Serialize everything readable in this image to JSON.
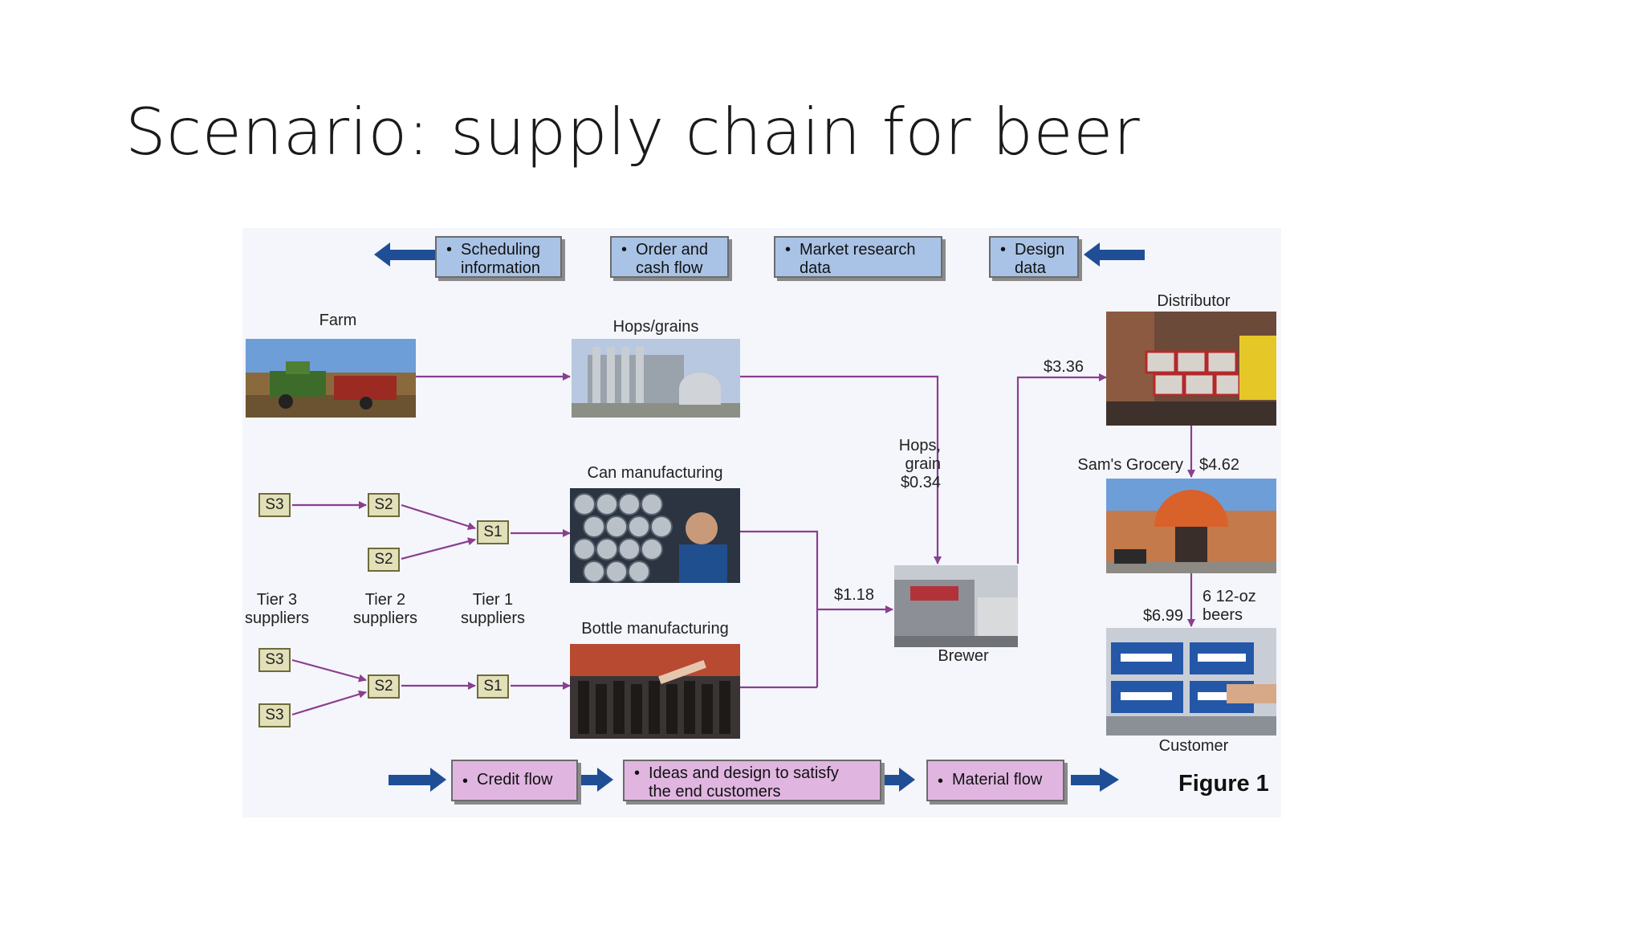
{
  "slide": {
    "title": "Scenario: supply chain for beer"
  },
  "top_flows": [
    "Scheduling\ninformation",
    "Order and\ncash flow",
    "Market research\ndata",
    "Design\ndata"
  ],
  "bottom_flows": [
    "Credit flow",
    "Ideas and design to satisfy\nthe end customers",
    "Material flow"
  ],
  "nodes": {
    "farm": "Farm",
    "hops_grains": "Hops/grains",
    "can_manufacturing": "Can manufacturing",
    "bottle_manufacturing": "Bottle manufacturing",
    "brewer": "Brewer",
    "distributor": "Distributor",
    "grocery": "Sam's Grocery",
    "customer": "Customer"
  },
  "suppliers": {
    "s3": "S3",
    "s2": "S2",
    "s1": "S1",
    "tier3": "Tier 3\nsuppliers",
    "tier2": "Tier 2\nsuppliers",
    "tier1": "Tier 1\nsuppliers"
  },
  "prices": {
    "hops_grain": "Hops,\ngrain\n$0.34",
    "containers": "$1.18",
    "distributor": "$3.36",
    "grocery": "$4.62",
    "customer": "$6.99",
    "pack": "6 12-oz\nbeers"
  },
  "figure_label": "Figure 1",
  "colors": {
    "arrow_blue": "#1f4e96",
    "flow_purple": "#8a3f8f",
    "box_blue": "#a9c3e6",
    "box_pink": "#e0b6e1",
    "box_supplier": "#e1e0b8"
  }
}
